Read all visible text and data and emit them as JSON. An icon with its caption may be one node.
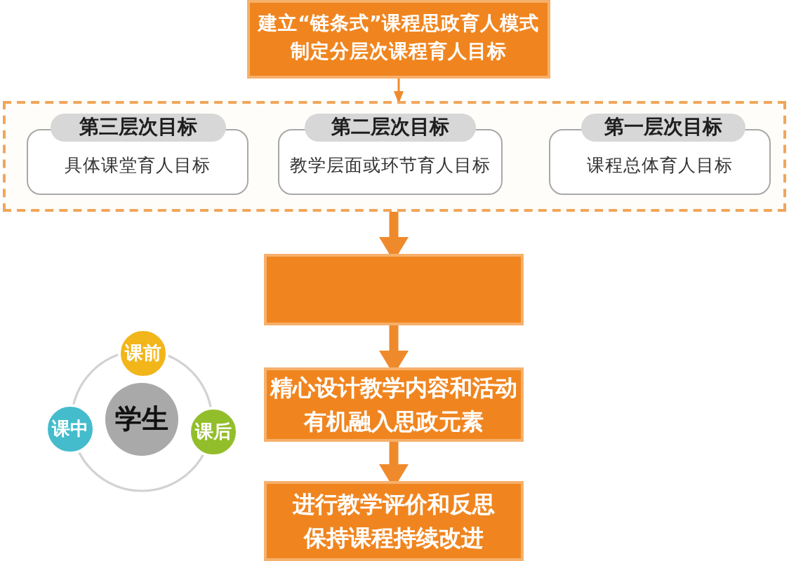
{
  "diagram": {
    "nodes": [
      {
        "text": [
          "建立“链条式”课程思政育人模式",
          "制定分层次课程育人目标"
        ]
      },
      {
        "text": [],
        "shape": "box"
      },
      {
        "text": [
          "第一层次目标",
          "课程总体育人目标"
        ],
        "in": 1
      },
      {
        "text": [
          "第二层次目标",
          "教学层面或环节育人目标"
        ],
        "in": 1
      },
      {
        "text": [
          "第三层次目标",
          "具体课堂育人目标"
        ],
        "in": 1
      },
      {
        "text": [],
        "shape": "box"
      },
      {
        "text": [
          "精心设计教学内容和活动",
          "有机融入思政元素"
        ]
      },
      {
        "text": [
          "进行教学评价和反思",
          "保持课程持续改进"
        ]
      },
      {
        "text": [
          "学生"
        ]
      },
      {
        "text": [
          "课前"
        ]
      },
      {
        "text": [
          "课中"
        ]
      },
      {
        "text": [
          "课后"
        ]
      }
    ],
    "edges": [
      {
        "from": 0,
        "to": 1,
        "arrow": "to"
      },
      {
        "from": 1,
        "to": 5,
        "arrow": "to"
      },
      {
        "from": 5,
        "to": 6,
        "arrow": "to"
      },
      {
        "from": 6,
        "to": 7,
        "arrow": "to"
      }
    ]
  }
}
